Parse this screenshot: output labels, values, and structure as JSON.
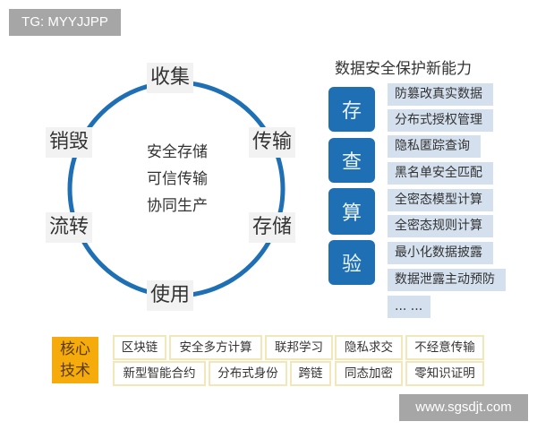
{
  "watermarks": {
    "top_left": "TG: MYYJJPP",
    "bottom_right": "www.sgsdjt.com"
  },
  "lifecycle": {
    "ring_color": "#1f6fb5",
    "stages": [
      "收集",
      "传输",
      "存储",
      "使用",
      "流转",
      "销毁"
    ],
    "center_lines": [
      "安全存储",
      "可信传输",
      "协同生产"
    ]
  },
  "capabilities": {
    "title": "数据安全保护新能力",
    "block_color": "#1f6fb5",
    "item_color": "#d4e0ee",
    "groups": [
      {
        "label": "存",
        "items": [
          "防篡改真实数据",
          "分布式授权管理"
        ]
      },
      {
        "label": "查",
        "items": [
          "隐私匿踪查询",
          "黑名单安全匹配"
        ]
      },
      {
        "label": "算",
        "items": [
          "全密态模型计算",
          "全密态规则计算"
        ]
      },
      {
        "label": "验",
        "items": [
          "最小化数据披露",
          "数据泄露主动预防"
        ]
      }
    ],
    "more": "... ..."
  },
  "core_tech": {
    "label_line1": "核心",
    "label_line2": "技术",
    "label_color": "#f5ab0b",
    "row1": [
      "区块链",
      "安全多方计算",
      "联邦学习",
      "隐私求交",
      "不经意传输"
    ],
    "row2": [
      "新型智能合约",
      "分布式身份",
      "跨链",
      "同态加密",
      "零知识证明"
    ]
  }
}
